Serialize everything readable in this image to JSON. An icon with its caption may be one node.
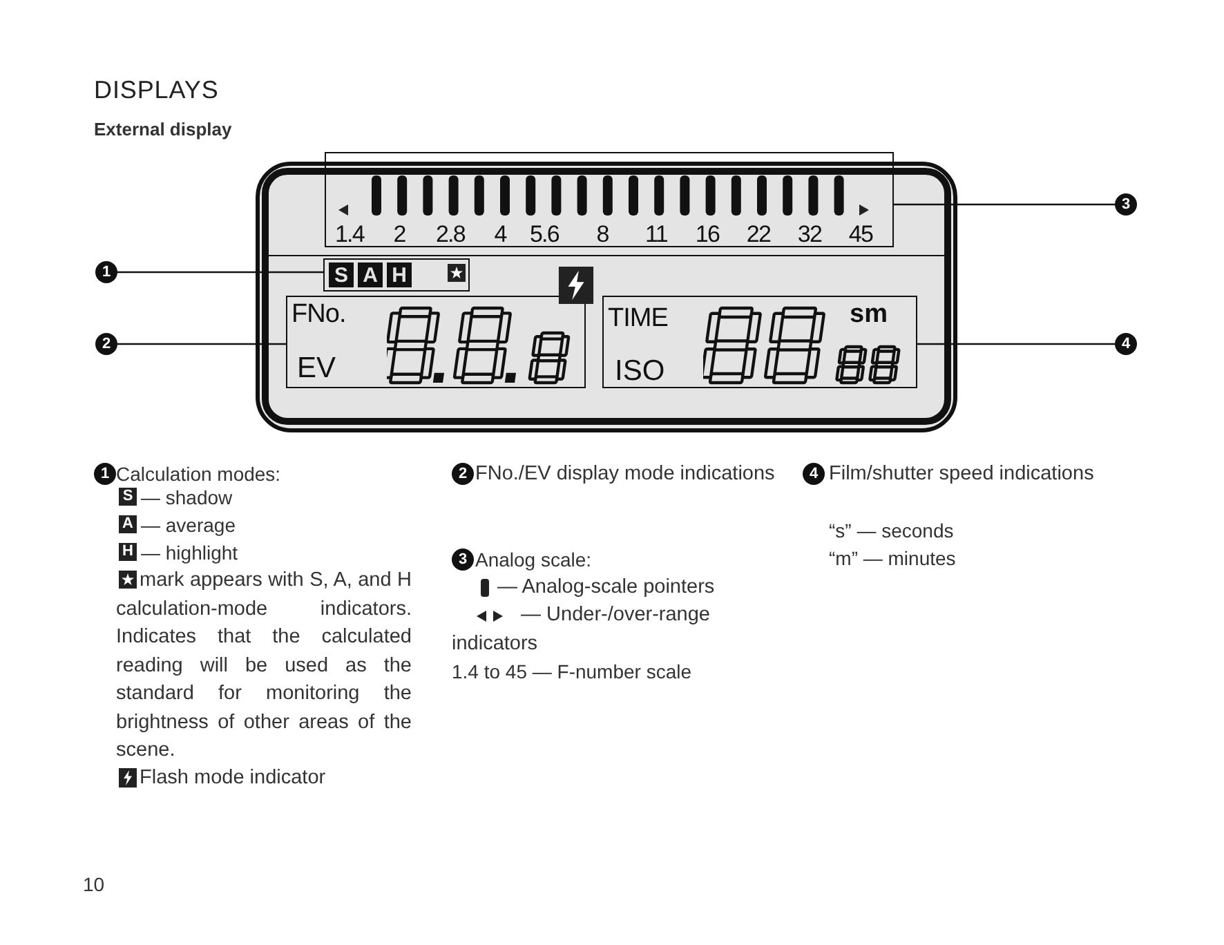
{
  "diagram": {
    "title": "DISPLAYS",
    "nodes": [
      {
        "text": [
          "1"
        ]
      },
      {
        "text": [
          "2"
        ]
      },
      {
        "text": [
          "3"
        ]
      },
      {
        "text": [
          "4"
        ]
      },
      {
        "text": [
          "S",
          "A",
          "H"
        ]
      },
      {
        "text": [
          "FNo.",
          "EV"
        ]
      },
      {
        "text": [
          "1.4",
          "2",
          "2.8",
          "4",
          "5.6",
          "8",
          "11",
          "16",
          "22",
          "32",
          "45"
        ]
      },
      {
        "text": [
          "TIME",
          "ISO",
          "sm"
        ]
      },
      {
        "text": [
          "1"
        ]
      },
      {
        "text": [
          "2"
        ]
      },
      {
        "text": [
          "3"
        ]
      },
      {
        "text": [
          "4"
        ]
      }
    ],
    "edges": [
      {
        "from": 0,
        "to": 4,
        "arrow": "none"
      },
      {
        "from": 1,
        "to": 5,
        "arrow": "none"
      },
      {
        "from": 2,
        "to": 6,
        "arrow": "none"
      },
      {
        "from": 3,
        "to": 7,
        "arrow": "none"
      }
    ],
    "labels": [
      "External display",
      "Calculation modes:",
      "S",
      "— shadow",
      "A",
      "— average",
      "H",
      "— highlight",
      "mark appears with S, A, and H calculation-mode indicators. Indicates that the calculated reading will be used as the standard for monitoring the brightness of other areas of the scene.",
      "Flash mode indicator",
      "FNo./EV display mode indications",
      "Analog scale:",
      "— Analog-scale pointers",
      "— Under-/over-range indicators",
      "1.4 to 45 — F-number scale",
      "Film/shutter speed indications",
      "“s” — seconds",
      "“m” — minutes",
      "10"
    ]
  }
}
